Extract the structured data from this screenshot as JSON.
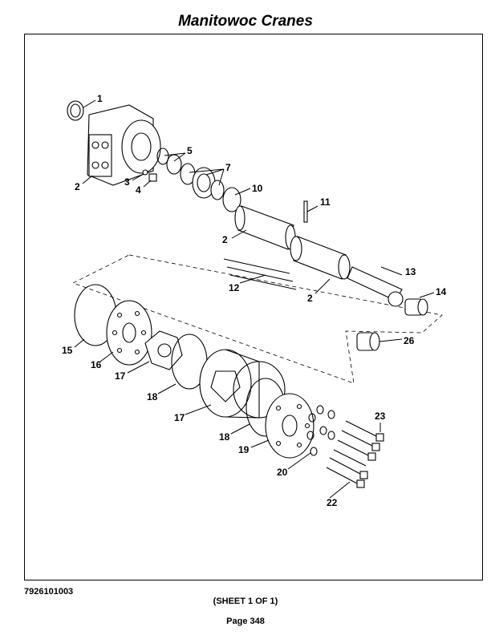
{
  "header": {
    "title": "Manitowoc Cranes"
  },
  "footer": {
    "part_number": "7926101003",
    "sheet": "(SHEET 1 OF 1)",
    "page": "Page 348"
  },
  "callouts": {
    "c1": "1",
    "c2a": "2",
    "c3": "3",
    "c4": "4",
    "c5": "5",
    "c7": "7",
    "c10": "10",
    "c11": "11",
    "c2b": "2",
    "c12": "12",
    "c2c": "2",
    "c13": "13",
    "c14": "14",
    "c15": "15",
    "c16": "16",
    "c17a": "17",
    "c18a": "18",
    "c17b": "17",
    "c18b": "18",
    "c19": "19",
    "c26": "26",
    "c23": "23",
    "c20": "20",
    "c22": "22"
  }
}
